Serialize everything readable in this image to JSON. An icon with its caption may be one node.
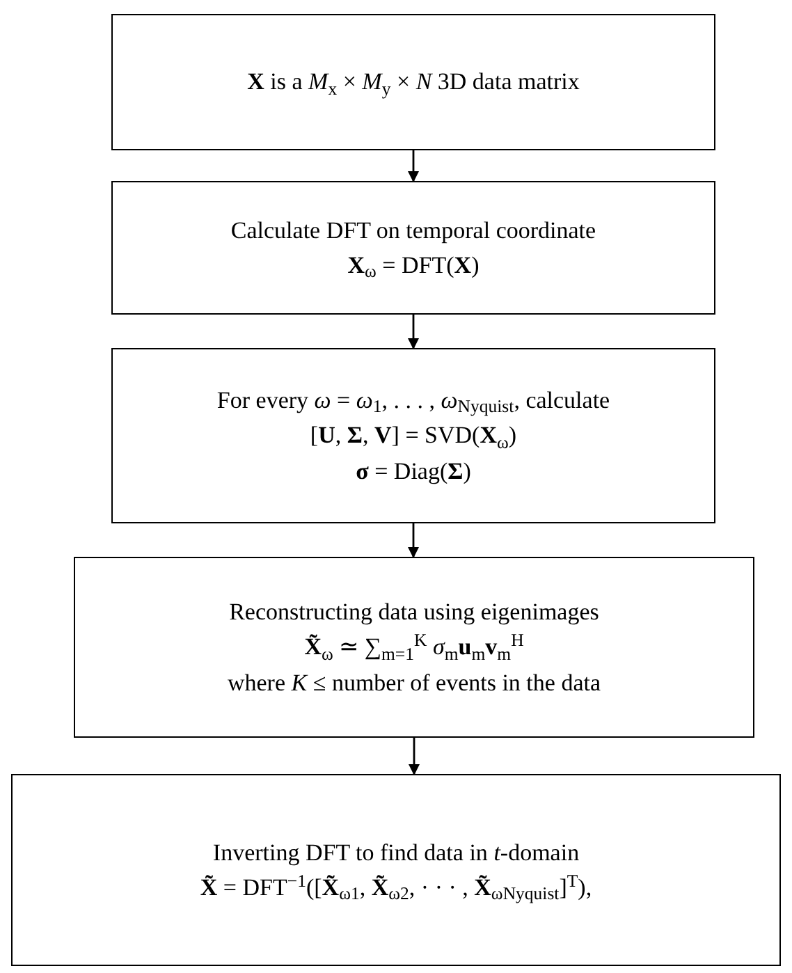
{
  "diagram": {
    "nodes": [
      {
        "text": [
          "**X** is a *M*$_{x}$ × *M*$_{y}$ × *N* 3D data matrix"
        ]
      },
      {
        "text": [
          "Calculate DFT on temporal coordinate",
          "**X**$_{ω}$ = DFT(**X**)"
        ]
      },
      {
        "text": [
          "For every *ω* = *ω*$_{1}$, . . . , *ω*$_{Nyquist}$, calculate",
          "[**U**, **Σ**, **V**] = SVD(**X**$_{ω}$)",
          "**σ** = Diag(**Σ**)"
        ]
      },
      {
        "text": [
          "Reconstructing data using eigenimages",
          "**X̃**$_{ω}$ ≃ ∑$_{m=1}$$^{K}$ *σ*$_{m}$**u**$_{m}$**v**$_{m}$$^{H}$",
          "where *K* ≤ number of events in the data"
        ]
      },
      {
        "text": [
          "Inverting DFT to find data in *t*-domain",
          "**X̃** = DFT$^{−1}$([**X̃**$_{ω1}$, **X̃**$_{ω2}$, · · · , **X̃**$_{ωNyquist}$]$^{T}$),"
        ]
      }
    ],
    "edges": [
      {
        "from": 0,
        "to": 1,
        "arrow": "to"
      },
      {
        "from": 1,
        "to": 2,
        "arrow": "to"
      },
      {
        "from": 2,
        "to": 3,
        "arrow": "to"
      },
      {
        "from": 3,
        "to": 4,
        "arrow": "to"
      }
    ]
  }
}
